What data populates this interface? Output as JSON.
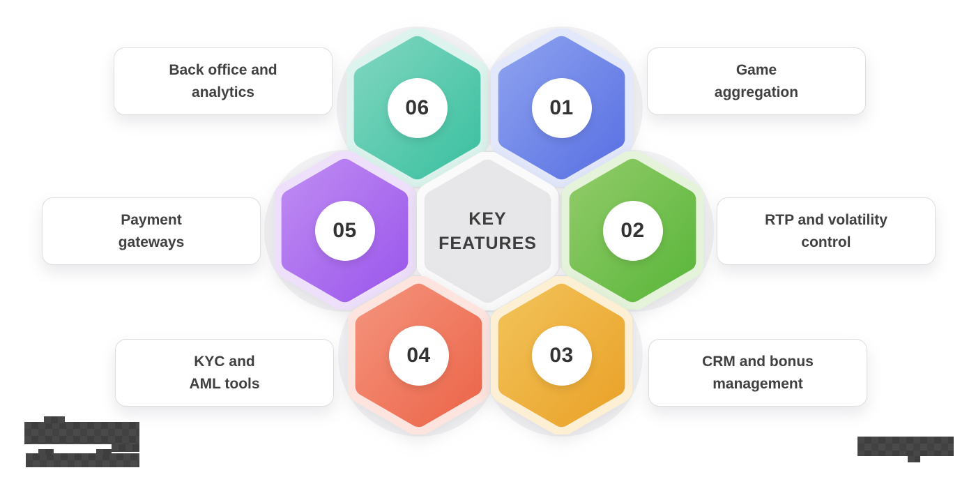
{
  "diagram": {
    "title_lines": [
      "KEY",
      "FEATURES"
    ],
    "center_fill": "#e7e7e9",
    "center_halo": "#fafafb",
    "background_blob_color": "#f3f3f5",
    "text_color": "#3d3d3d"
  },
  "features": [
    {
      "number": "01",
      "label": "Game aggregation",
      "label_lines": [
        "Game",
        "aggregation"
      ],
      "color_start": "#8ba0ee",
      "color_end": "#5b72e4",
      "halo": "#e3e8fb",
      "position": "top-right"
    },
    {
      "number": "02",
      "label": "RTP and volatility control",
      "label_lines": [
        "RTP and volatility",
        "control"
      ],
      "color_start": "#8fca67",
      "color_end": "#5cb73c",
      "halo": "#e5f3db",
      "position": "middle-right"
    },
    {
      "number": "03",
      "label": "CRM and bonus management",
      "label_lines": [
        "CRM and bonus",
        "management"
      ],
      "color_start": "#f2c157",
      "color_end": "#eaa32a",
      "halo": "#fcefd3",
      "position": "bottom-right"
    },
    {
      "number": "04",
      "label": "KYC and AML tools",
      "label_lines": [
        "KYC and",
        "AML tools"
      ],
      "color_start": "#f4917a",
      "color_end": "#ec674b",
      "halo": "#fde4de",
      "position": "bottom-left"
    },
    {
      "number": "05",
      "label": "Payment gateways",
      "label_lines": [
        "Payment",
        "gateways"
      ],
      "color_start": "#bd89f2",
      "color_end": "#9d59ec",
      "halo": "#eee0fb",
      "position": "middle-left"
    },
    {
      "number": "06",
      "label": "Back office and analytics",
      "label_lines": [
        "Back office and",
        "analytics"
      ],
      "color_start": "#7cd5be",
      "color_end": "#3ec1a1",
      "halo": "#dcf4ed",
      "position": "top-left"
    }
  ],
  "watermarks": {
    "bottom_left_logo": "pixelated-redacted-logo",
    "bottom_right_text": "pixelated-redacted-text"
  }
}
